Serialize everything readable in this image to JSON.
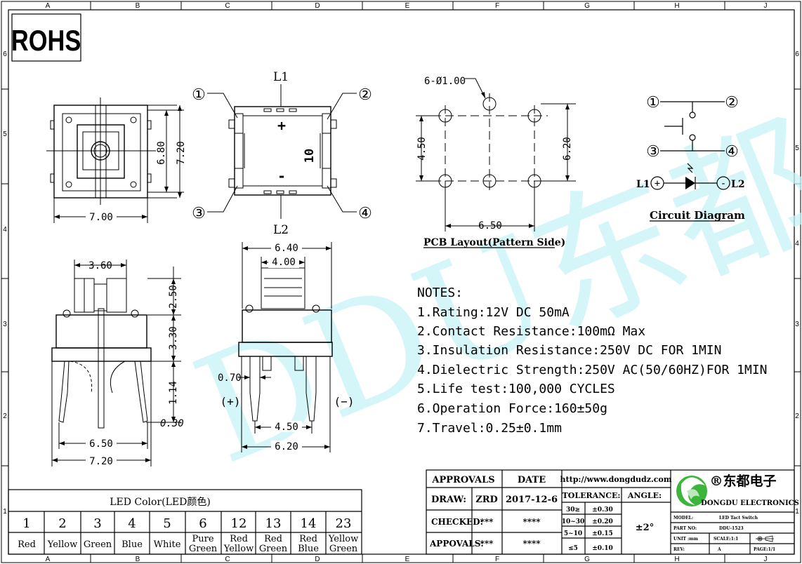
{
  "frame": {
    "columns": [
      "A",
      "B",
      "C",
      "D",
      "E",
      "F",
      "G",
      "H",
      "J"
    ],
    "rows": [
      "6",
      "5",
      "4",
      "3",
      "2",
      "1"
    ]
  },
  "rohs": "ROHS",
  "watermark": "DDU东都",
  "top_view": {
    "pin1": "①",
    "pin2": "②",
    "pin3": "③",
    "pin4": "④",
    "width": "7.00",
    "inner": "6.80",
    "outer": "7.20"
  },
  "led_view": {
    "l1": "L1",
    "l2": "L2",
    "plus": "+",
    "minus": "-",
    "num": "10"
  },
  "pcb": {
    "holes": "6-Ø1.00",
    "h_left": "4.50",
    "h_right": "6.20",
    "w": "6.50",
    "title": "PCB Layout(Pattern Side)"
  },
  "circuit": {
    "p1": "①",
    "p2": "②",
    "p3": "③",
    "p4": "④",
    "l1": "L1",
    "l2": "L2",
    "plus": "+",
    "minus": "-",
    "title": "Circuit Diagram"
  },
  "side_view": {
    "d360": "3.60",
    "d250": "2.50",
    "d330": "3.30",
    "d114": "1.14",
    "d030": "0.30",
    "d650": "6.50",
    "d720": "7.20"
  },
  "front_view": {
    "d640": "6.40",
    "d400": "4.00",
    "d070": "0.70",
    "plus": "(+)",
    "minus": "(−)",
    "d450": "4.50",
    "d620": "6.20"
  },
  "notes": {
    "title": "NOTES:",
    "items": [
      "1.Rating:12V DC 50mA",
      "2.Contact Resistance:100mΩ Max",
      "3.Insulation Resistance:250V DC FOR 1MIN",
      "4.Dielectric Strength:250V AC(50/60HZ)FOR 1MIN",
      "5.Life test:100,000 CYCLES",
      "6.Operation Force:160±50g",
      "7.Travel:0.25±0.1mm"
    ]
  },
  "led_table": {
    "title": "LED Color(LED颜色)",
    "numbers": [
      "1",
      "2",
      "3",
      "4",
      "5",
      "6",
      "12",
      "13",
      "14",
      "23"
    ],
    "colors": [
      [
        "Red"
      ],
      [
        "Yellow"
      ],
      [
        "Green"
      ],
      [
        "Blue"
      ],
      [
        "White"
      ],
      [
        "Pure",
        "Green"
      ],
      [
        "Red",
        "Yellow"
      ],
      [
        "Red",
        "Green"
      ],
      [
        "Red",
        "Blue"
      ],
      [
        "Yellow",
        "Green"
      ]
    ]
  },
  "title_block": {
    "approvals": "APPROVALS",
    "date": "DATE",
    "draw": "DRAW:",
    "drawer": "ZRD",
    "draw_date": "2017-12-6",
    "checked": "CHECKED:",
    "checked_val": "***",
    "checked_date": "****",
    "appovals": "APPOVALS:",
    "appovals_val": "***",
    "appovals_date": "****",
    "url": "http://www.dongdudz.com",
    "tolerance": "TOLERANCE:",
    "angle": "ANGLE:",
    "angle_val": "±2°",
    "tol_rows": [
      [
        "30≥",
        "±0.30"
      ],
      [
        "10~30",
        "±0.20"
      ],
      [
        "5~10",
        "±0.15"
      ],
      [
        "≤5",
        "±0.10"
      ]
    ],
    "company_cn": "®东都电子",
    "company_en": "DONGDU ELECTRONICS",
    "model_label": "MODEL:",
    "model_val": "LED Tact Switch",
    "part_label": "PART NO:",
    "part_val": "DDU-1523",
    "unit_label": "UNIT :mm",
    "scale_label": "SCALE:1:1",
    "rev_label": "REV:",
    "rev_val": "A",
    "page_label": "PAGE:1/1"
  },
  "brand_color": "#3db53d"
}
